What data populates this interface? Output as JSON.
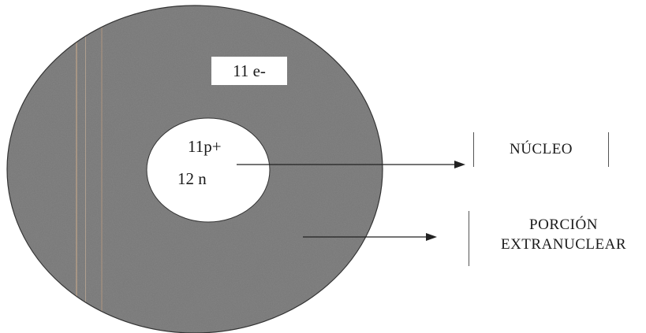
{
  "diagram": {
    "electrons_label": "11 e-",
    "protons_label": "11p+",
    "neutrons_label": "12 n",
    "nucleus_caption": "NÚCLEO",
    "extranuclear_caption_line1": "PORCIÓN",
    "extranuclear_caption_line2": "EXTRANUCLEAR"
  },
  "colors": {
    "outer_ring": "#6b6b6b",
    "nucleus": "#ffffff",
    "lines": "#222222"
  }
}
